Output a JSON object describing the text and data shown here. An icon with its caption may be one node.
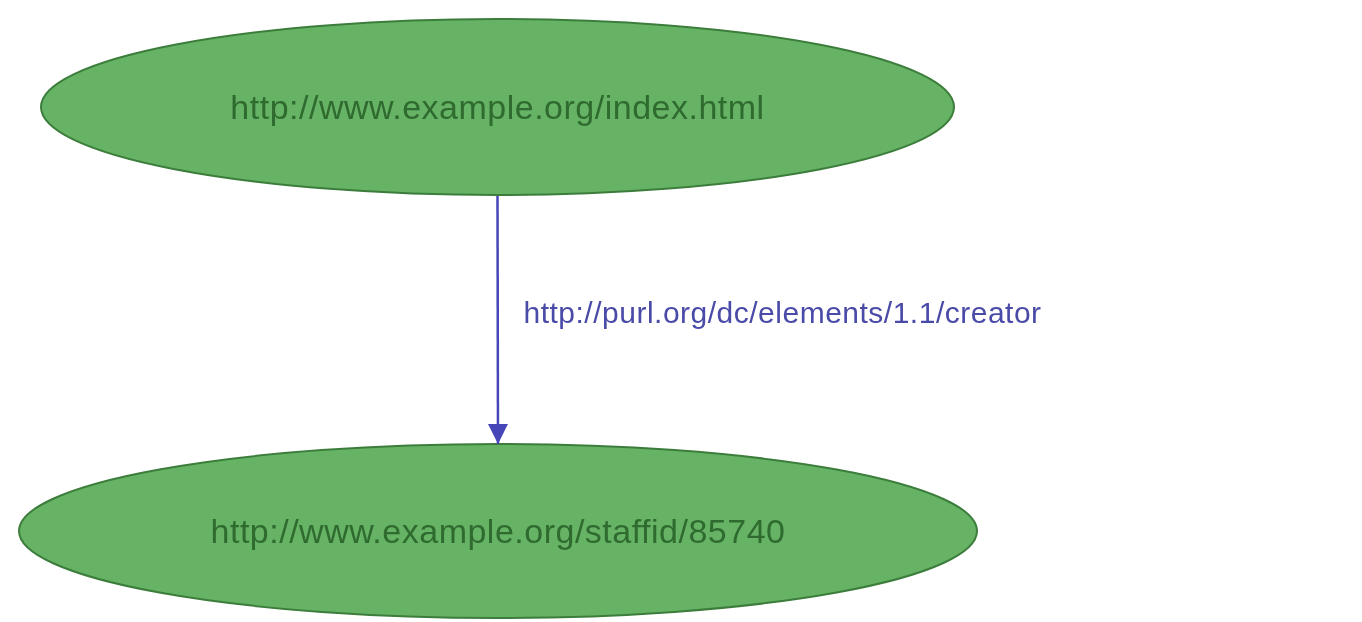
{
  "diagram": {
    "nodes": [
      {
        "text": [
          "http://www.example.org/index.html"
        ]
      },
      {
        "text": [
          "http://www.example.org/staffid/85740"
        ]
      }
    ],
    "edges": [
      {
        "from": 0,
        "to": 1,
        "arrow": "to",
        "label": "http://purl.org/dc/elements/1.1/creator"
      }
    ]
  }
}
